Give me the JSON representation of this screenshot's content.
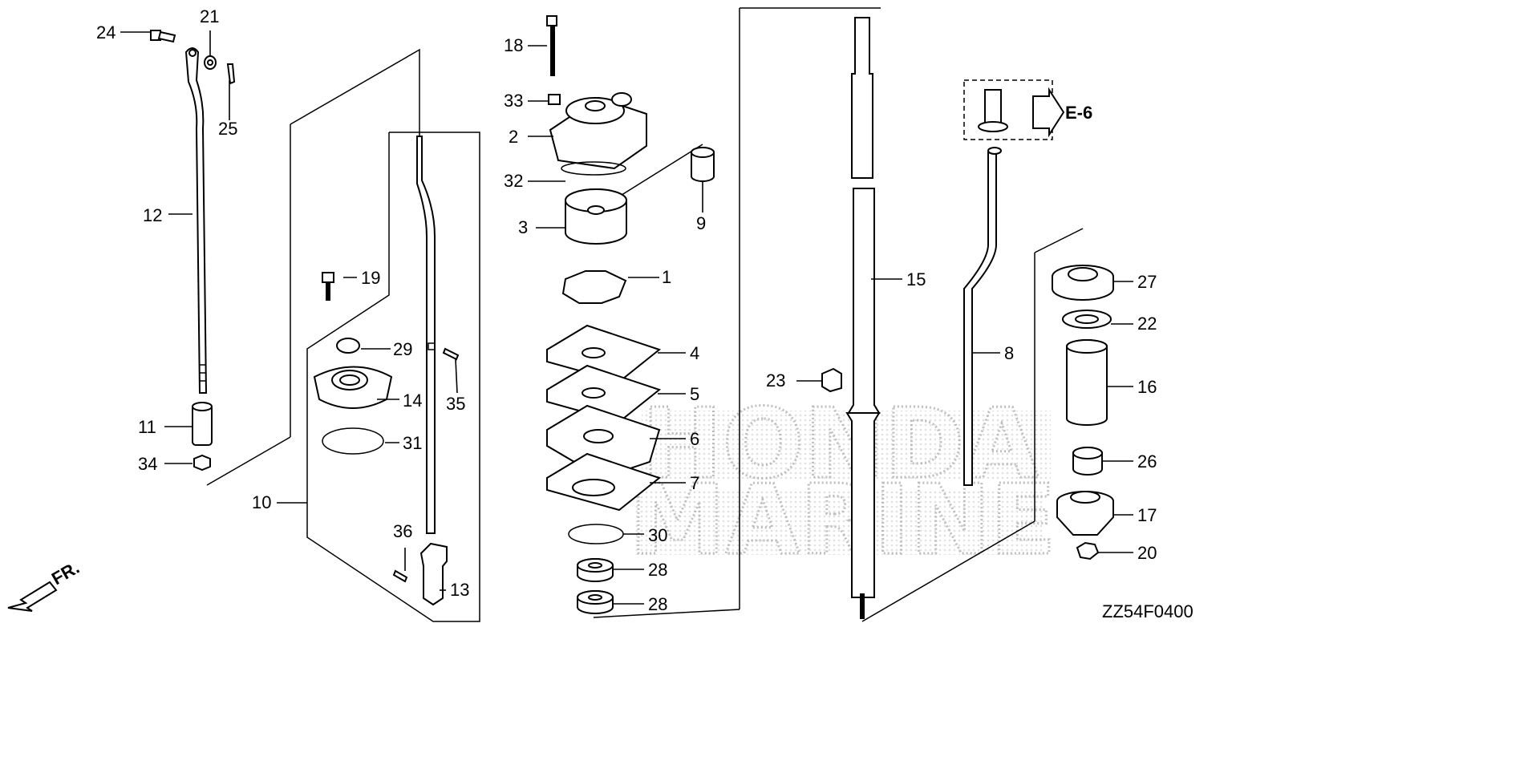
{
  "diagram": {
    "code": "ZZ54F0400",
    "ref": "E-6",
    "direction": "FR.",
    "watermark": [
      "HONDA",
      "MARINE"
    ],
    "labels": [
      "24",
      "21",
      "25",
      "12",
      "11",
      "34",
      "10",
      "19",
      "29",
      "14",
      "31",
      "35",
      "36",
      "13",
      "18",
      "33",
      "2",
      "32",
      "3",
      "9",
      "1",
      "4",
      "5",
      "6",
      "7",
      "30",
      "28",
      "28",
      "15",
      "23",
      "8",
      "27",
      "22",
      "16",
      "26",
      "17",
      "20"
    ]
  }
}
